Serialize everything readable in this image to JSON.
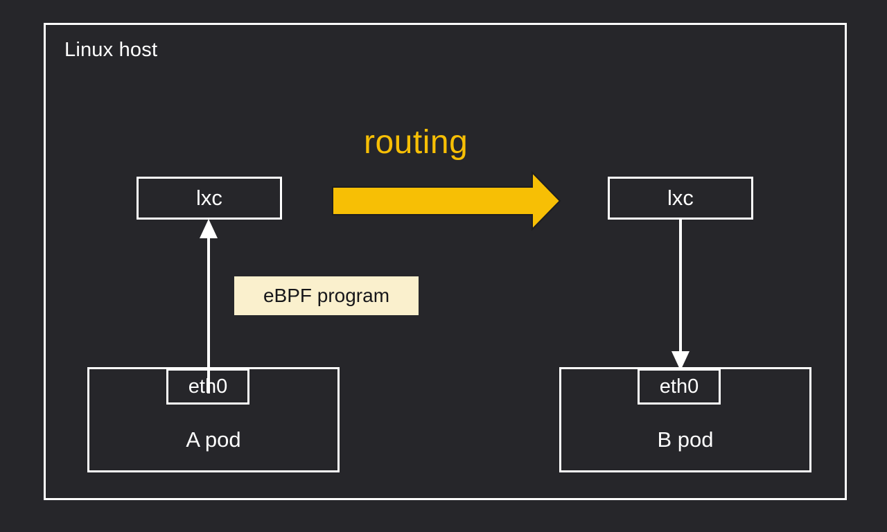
{
  "diagram": {
    "title": "Linux host",
    "background_color": "#26262a",
    "stroke_color": "#ffffff",
    "accent_color": "#f7bf05",
    "callout_bg_color": "#faf0cd",
    "callout_text_color": "#17171a"
  },
  "host": {
    "label": "Linux host"
  },
  "interfaces": {
    "lxc_left": "lxc",
    "lxc_right": "lxc",
    "eth_left": "eth0",
    "eth_right": "eth0"
  },
  "pods": {
    "left": "A pod",
    "right": "B pod"
  },
  "callout": {
    "label": "eBPF program"
  },
  "flow": {
    "routing_label": "routing",
    "direction": "left-to-right"
  },
  "chart_data": {
    "type": "diagram",
    "title": "Linux host",
    "nodes": [
      {
        "id": "host",
        "label": "Linux host",
        "kind": "container"
      },
      {
        "id": "lxc-left",
        "label": "lxc",
        "kind": "interface",
        "side": "left"
      },
      {
        "id": "lxc-right",
        "label": "lxc",
        "kind": "interface",
        "side": "right"
      },
      {
        "id": "pod-a",
        "label": "A pod",
        "kind": "pod",
        "side": "left"
      },
      {
        "id": "pod-b",
        "label": "B pod",
        "kind": "pod",
        "side": "right"
      },
      {
        "id": "eth-left",
        "label": "eth0",
        "kind": "interface",
        "side": "left"
      },
      {
        "id": "eth-right",
        "label": "eth0",
        "kind": "interface",
        "side": "right"
      },
      {
        "id": "ebpf",
        "label": "eBPF program",
        "kind": "callout"
      }
    ],
    "edges": [
      {
        "from": "eth-left",
        "to": "lxc-left",
        "label": "",
        "style": "thin-white-arrow",
        "direction": "up"
      },
      {
        "from": "lxc-left",
        "to": "lxc-right",
        "label": "routing",
        "style": "thick-yellow-arrow",
        "direction": "right"
      },
      {
        "from": "lxc-right",
        "to": "eth-right",
        "label": "",
        "style": "thin-white-arrow",
        "direction": "down"
      }
    ]
  }
}
